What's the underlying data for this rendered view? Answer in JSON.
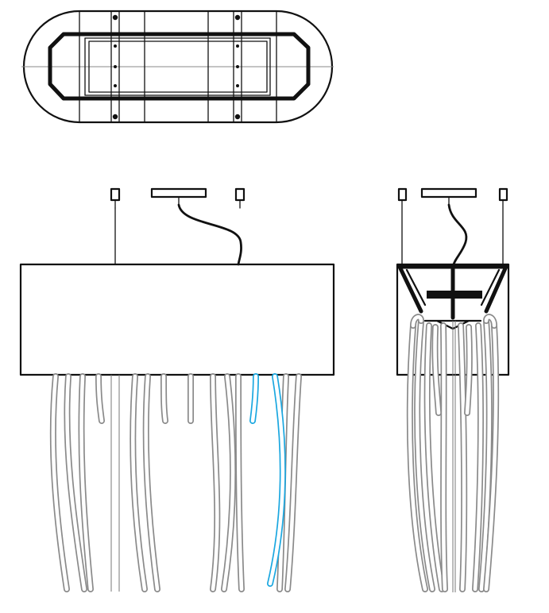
{
  "drawing": {
    "views": [
      {
        "id": "top-view"
      },
      {
        "id": "front-elevation"
      },
      {
        "id": "side-elevation"
      }
    ],
    "colors": {
      "outline": "#111111",
      "tube": "#8a8a8a",
      "highlighted_tube": "#1aa7e0",
      "background": "#ffffff"
    },
    "front_tube_count": 14,
    "highlighted_tube_count": 2
  }
}
